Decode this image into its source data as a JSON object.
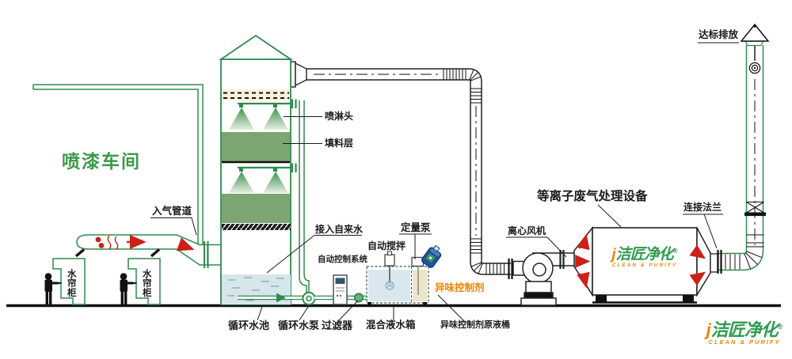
{
  "labels": {
    "workshop": "喷漆车间",
    "inlet_duct": "入气管道",
    "water_curtain": "水帘柜",
    "spray_head": "喷淋头",
    "packing_layer": "填料层",
    "tap_water": "接入自来水",
    "auto_control": "自动控制系统",
    "auto_stir": "自动搅拌",
    "metering_pump": "定量泵",
    "odor_agent": "异味控制剂",
    "fan": "离心风机",
    "plasma_unit": "等离子废气处理设备",
    "flange": "连接法兰",
    "discharge": "达标排放",
    "pool": "循环水池",
    "circ_pump": "循环水泵",
    "filter": "过滤器",
    "mix_tank": "混合液水箱",
    "agent_barrel": "异味控制剂原液桶"
  },
  "logo": {
    "j": "j",
    "name": "洁匠净化",
    "reg": "®",
    "tagline": "CLEAN & PURIFY"
  },
  "colors": {
    "line_green": "#2e8b4f",
    "title_green": "#3a9a47",
    "logo_green": "#2e9b4f",
    "accent_orange": "#f08300",
    "flow_red": "#cc2018",
    "barrel_blue": "#1d55a0",
    "packing_green": "#7da572",
    "pool_blue": "#d7e6eb",
    "demister_cream": "#f7f1d7"
  }
}
